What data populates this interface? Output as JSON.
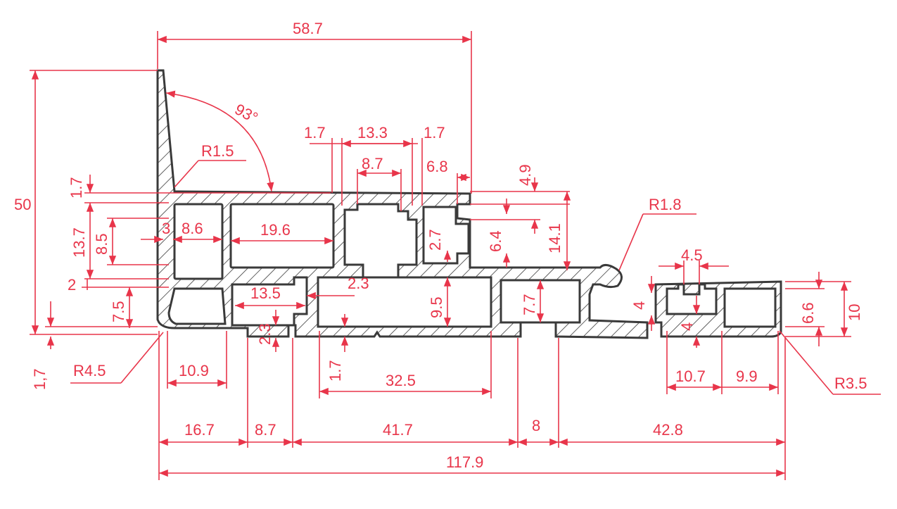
{
  "colors": {
    "dimension": "#e8354a",
    "profile": "#3a3a3a",
    "hatch": "#3a3a3a",
    "background": "#ffffff"
  },
  "dimensions": {
    "top_width": "58.7",
    "angle": "93°",
    "height": "50",
    "top_lip_1": "1.7",
    "wall_13_7": "13.7",
    "dim_8_5": "8.5",
    "dim_2": "2",
    "dim_7_5": "7.5",
    "bottom_lip": "1,7",
    "dim_3": "3",
    "dim_8_6": "8.6",
    "dim_19_6": "19.6",
    "dim_1_7a": "1.7",
    "dim_13_3": "13.3",
    "dim_1_7b": "1.7",
    "dim_8_7_top": "8.7",
    "dim_6_8": "6.8",
    "dim_4_9": "4.9",
    "dim_2_7": "2.7",
    "dim_6_4": "6.4",
    "dim_14_1": "14.1",
    "dim_2_3a": "2.3",
    "dim_13_5": "13.5",
    "dim_2_3b": "2.3",
    "dim_9_5": "9.5",
    "dim_1_7c": "1.7",
    "dim_7_7": "7.7",
    "dim_4_5": "4.5",
    "dim_4a": "4",
    "dim_4b": "4",
    "dim_6_6": "6.6",
    "dim_10": "10",
    "dim_10_9": "10.9",
    "dim_32_5": "32.5",
    "dim_10_7": "10.7",
    "dim_9_9": "9.9",
    "dim_16_7": "16.7",
    "dim_8_7_bottom": "8.7",
    "dim_41_7": "41.7",
    "dim_8": "8",
    "dim_42_8": "42.8",
    "total_width": "117.9"
  },
  "radii": {
    "r1_5": "R1.5",
    "r1_8": "R1.8",
    "r4_5": "R4.5",
    "r3_5": "R3.5"
  }
}
